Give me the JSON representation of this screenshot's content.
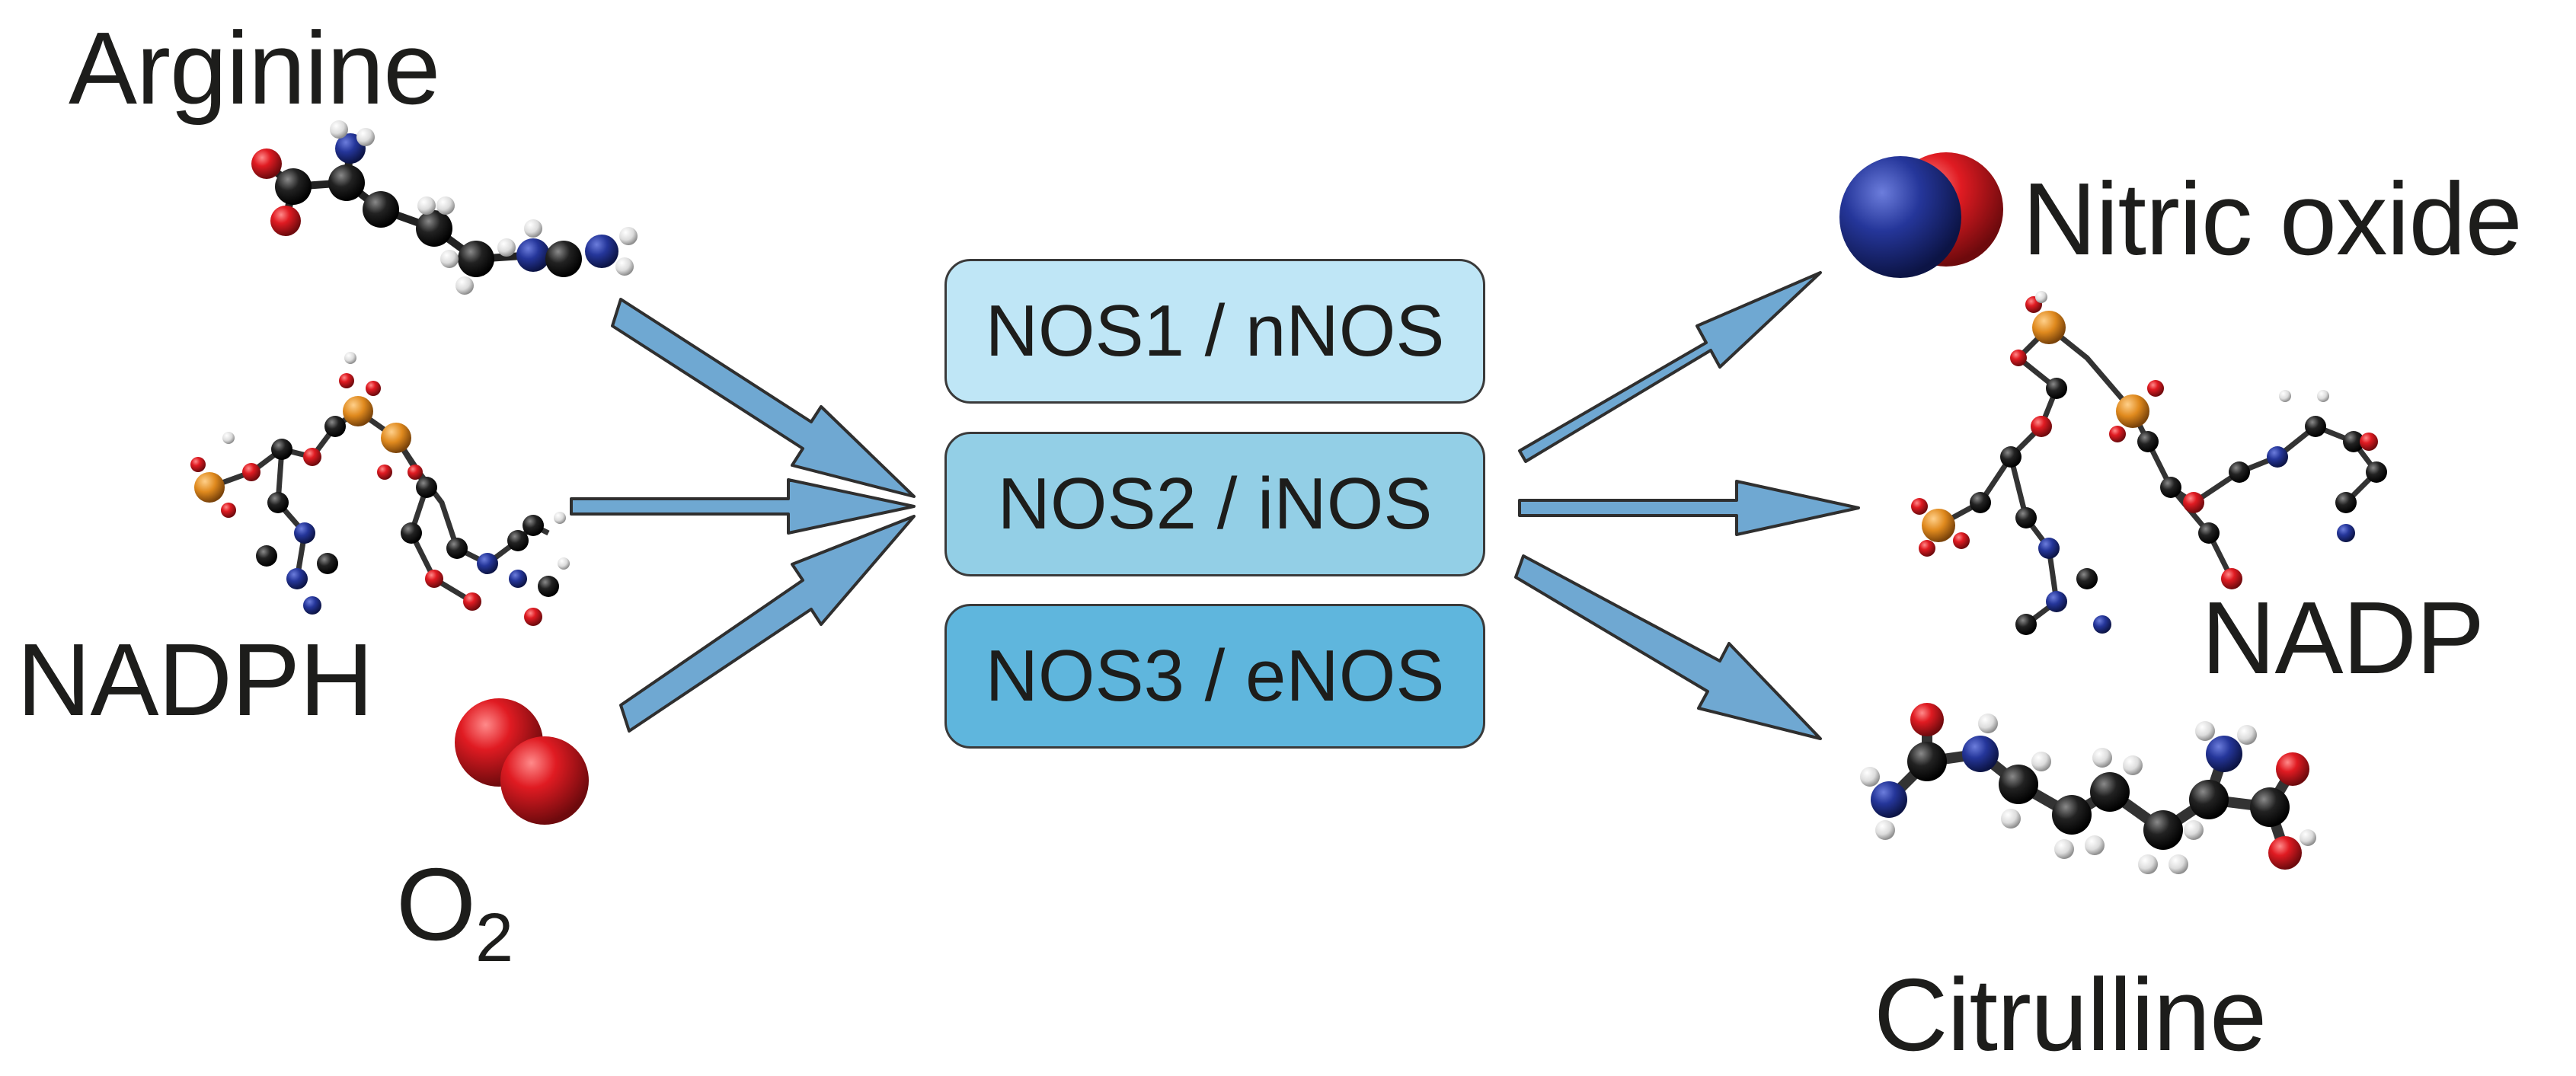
{
  "substrates": {
    "arginine": "Arginine",
    "nadph": "NADPH",
    "oxygen_main": "O",
    "oxygen_sub": "2"
  },
  "enzymes": [
    {
      "label": "NOS1 / nNOS",
      "color": "#bfe6f6"
    },
    {
      "label": "NOS2 / iNOS",
      "color": "#93cfe6"
    },
    {
      "label": "NOS3 / eNOS",
      "color": "#5fb6dd"
    }
  ],
  "products": {
    "nitric_oxide": "Nitric oxide",
    "nadp": "NADP",
    "citrulline": "Citrulline"
  },
  "colors": {
    "arrow_fill": "#6fa8d2",
    "arrow_stroke": "#2f2f2f",
    "oxygen_atom": "#e01b22",
    "nitrogen_atom": "#1e2f8f",
    "carbon_atom": "#1b1b1b",
    "hydrogen_atom": "#e8e8e8",
    "phosphorus_atom": "#e08a1e"
  }
}
